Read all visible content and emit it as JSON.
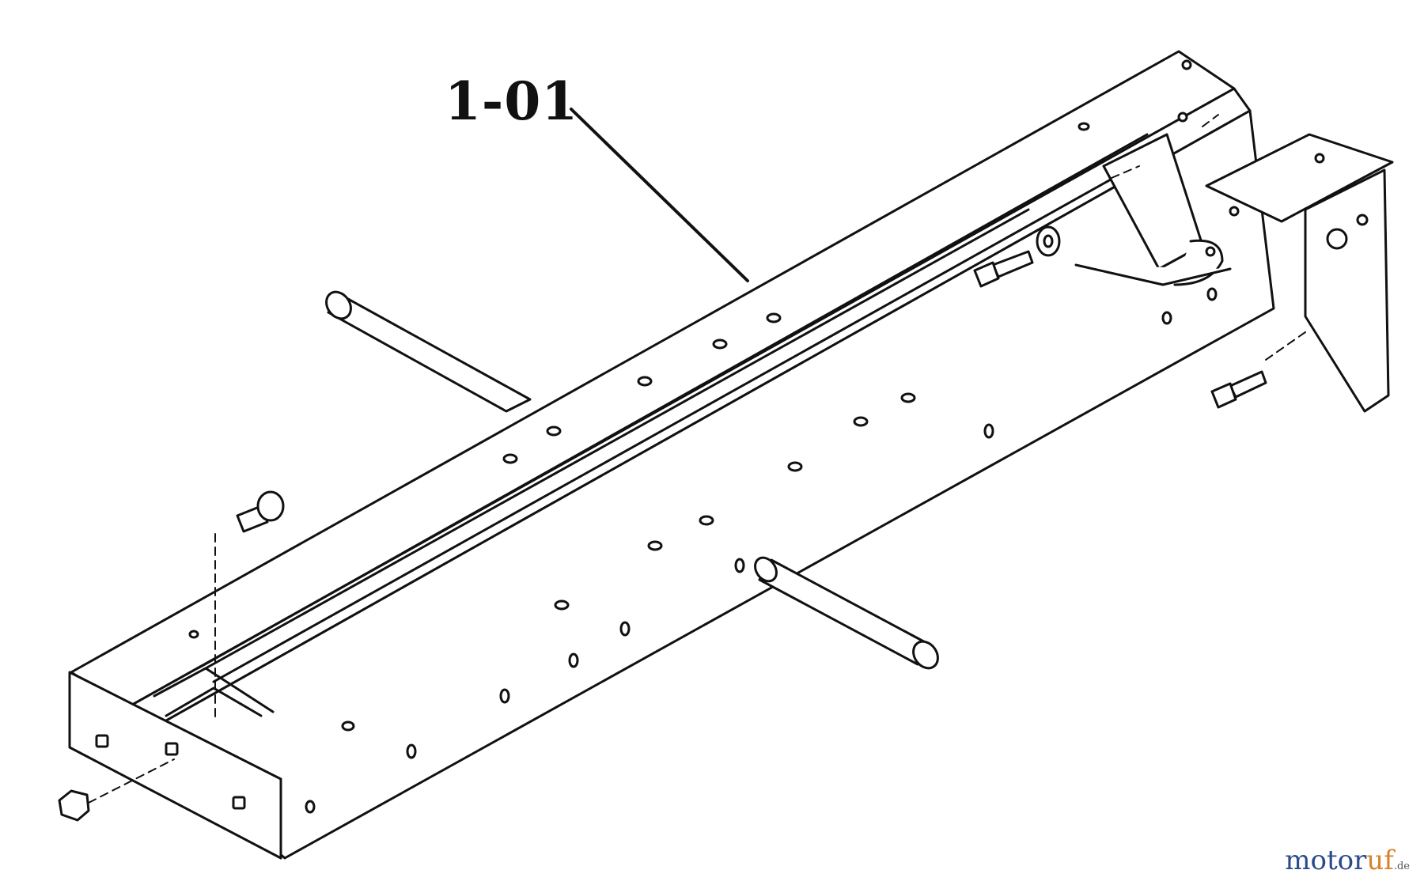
{
  "callout": {
    "label": "1-01"
  },
  "watermark": {
    "part1": "motor",
    "part2": "uf",
    "tld": ".de"
  },
  "colors": {
    "ink": "#111111",
    "brand_blue": "#2b4a8c",
    "brand_orange": "#d9822b"
  }
}
